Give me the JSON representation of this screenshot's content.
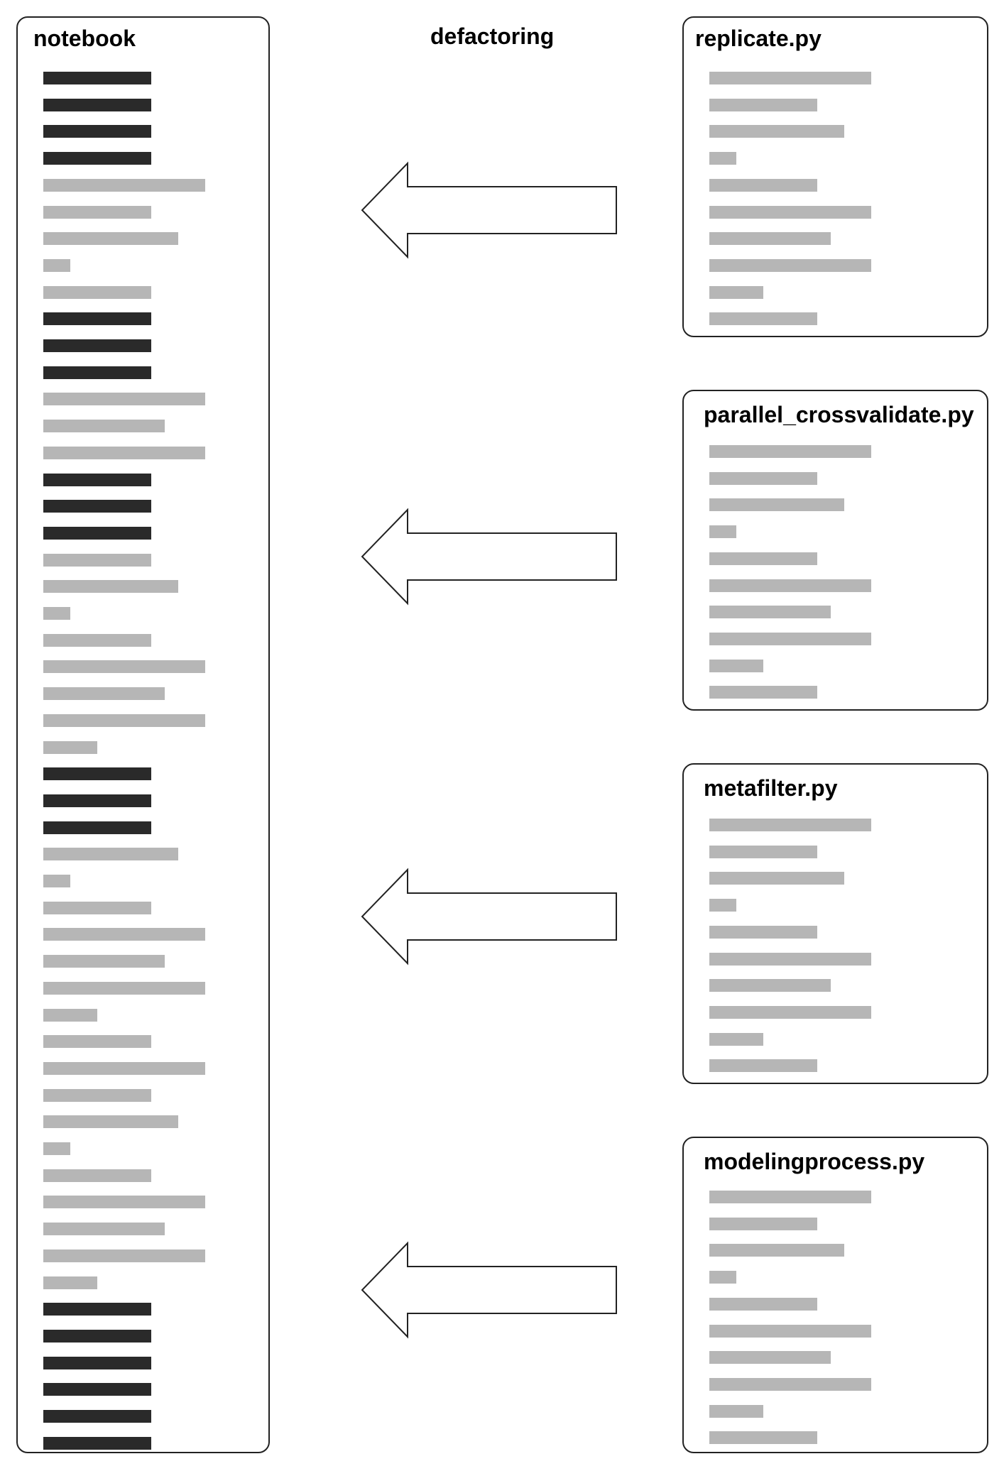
{
  "diagram": {
    "center_label": "defactoring",
    "colors": {
      "code_line": "#2a2a2a",
      "text_line": "#b6b6b6",
      "border": "#222222",
      "arrow_stroke": "#222222"
    },
    "notebook": {
      "title": "notebook",
      "lines": [
        {
          "kind": "code",
          "len": 4
        },
        {
          "kind": "code",
          "len": 4
        },
        {
          "kind": "code",
          "len": 4
        },
        {
          "kind": "code",
          "len": 4
        },
        {
          "kind": "text",
          "len": 6
        },
        {
          "kind": "text",
          "len": 4
        },
        {
          "kind": "text",
          "len": 5
        },
        {
          "kind": "text",
          "len": 1
        },
        {
          "kind": "text",
          "len": 4
        },
        {
          "kind": "code",
          "len": 4
        },
        {
          "kind": "code",
          "len": 4
        },
        {
          "kind": "code",
          "len": 4
        },
        {
          "kind": "text",
          "len": 6
        },
        {
          "kind": "text",
          "len": 4.5
        },
        {
          "kind": "text",
          "len": 6
        },
        {
          "kind": "code",
          "len": 4
        },
        {
          "kind": "code",
          "len": 4
        },
        {
          "kind": "code",
          "len": 4
        },
        {
          "kind": "text",
          "len": 4
        },
        {
          "kind": "text",
          "len": 5
        },
        {
          "kind": "text",
          "len": 1
        },
        {
          "kind": "text",
          "len": 4
        },
        {
          "kind": "text",
          "len": 6
        },
        {
          "kind": "text",
          "len": 4.5
        },
        {
          "kind": "text",
          "len": 6
        },
        {
          "kind": "text",
          "len": 2
        },
        {
          "kind": "code",
          "len": 4
        },
        {
          "kind": "code",
          "len": 4
        },
        {
          "kind": "code",
          "len": 4
        },
        {
          "kind": "text",
          "len": 5
        },
        {
          "kind": "text",
          "len": 1
        },
        {
          "kind": "text",
          "len": 4
        },
        {
          "kind": "text",
          "len": 6
        },
        {
          "kind": "text",
          "len": 4.5
        },
        {
          "kind": "text",
          "len": 6
        },
        {
          "kind": "text",
          "len": 2
        },
        {
          "kind": "text",
          "len": 4
        },
        {
          "kind": "text",
          "len": 6
        },
        {
          "kind": "text",
          "len": 4
        },
        {
          "kind": "text",
          "len": 5
        },
        {
          "kind": "text",
          "len": 1
        },
        {
          "kind": "text",
          "len": 4
        },
        {
          "kind": "text",
          "len": 6
        },
        {
          "kind": "text",
          "len": 4.5
        },
        {
          "kind": "text",
          "len": 6
        },
        {
          "kind": "text",
          "len": 2
        },
        {
          "kind": "code",
          "len": 4
        },
        {
          "kind": "code",
          "len": 4
        },
        {
          "kind": "code",
          "len": 4
        },
        {
          "kind": "code",
          "len": 4
        },
        {
          "kind": "code",
          "len": 4
        },
        {
          "kind": "code",
          "len": 4
        }
      ]
    },
    "modules": [
      {
        "title": "replicate.py",
        "lines": [
          6,
          4,
          5,
          1,
          4,
          6,
          4.5,
          6,
          2,
          4
        ]
      },
      {
        "title": "parallel_crossvalidate.py",
        "lines": [
          6,
          4,
          5,
          1,
          4,
          6,
          4.5,
          6,
          2,
          4
        ]
      },
      {
        "title": "metafilter.py",
        "lines": [
          6,
          4,
          5,
          1,
          4,
          6,
          4.5,
          6,
          2,
          4
        ]
      },
      {
        "title": "modelingprocess.py",
        "lines": [
          6,
          4,
          5,
          1,
          4,
          6,
          4.5,
          6,
          2,
          4
        ]
      }
    ],
    "arrows": [
      {
        "from": "replicate.py",
        "to": "notebook"
      },
      {
        "from": "parallel_crossvalidate.py",
        "to": "notebook"
      },
      {
        "from": "metafilter.py",
        "to": "notebook"
      },
      {
        "from": "modelingprocess.py",
        "to": "notebook"
      }
    ]
  }
}
